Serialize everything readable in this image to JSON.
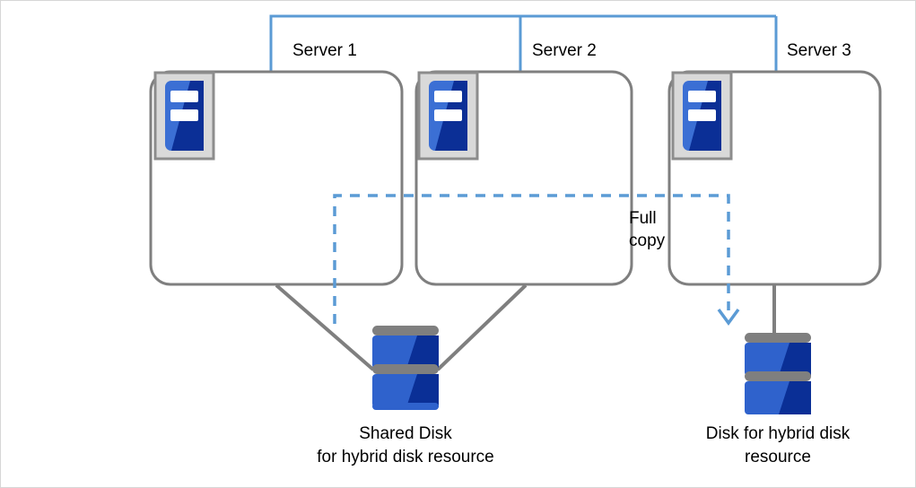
{
  "diagram": {
    "title_servers": [
      {
        "label": "Server 1"
      },
      {
        "label": "Server 2"
      },
      {
        "label": "Server 3"
      }
    ],
    "annotations": {
      "full_copy": "Full\ncopy"
    },
    "disks": [
      {
        "name": "shared-disk",
        "caption_line1": "Shared Disk",
        "caption_line2": "for hybrid disk resource"
      },
      {
        "name": "hybrid-disk",
        "caption_line1": "Disk for hybrid disk",
        "caption_line2": "resource"
      }
    ],
    "colors": {
      "bracket_blue": "#5b9bd5",
      "box_gray": "#7f7f7f",
      "icon_frame": "#d9d9d9",
      "icon_blue_light": "#3b6fd4",
      "icon_blue_dark": "#0b2f96",
      "disk_band_gray": "#7f7f7f",
      "disk_blue_light": "#2f62cc",
      "disk_blue_dark": "#0a2f96",
      "dashed_blue": "#5b9bd5",
      "border_gray": "#d6d6d6"
    },
    "icons": {
      "server_icon_name": "server-icon",
      "disk_icon_name": "disk-stack-icon",
      "arrow_icon_name": "arrow-down-icon"
    }
  }
}
